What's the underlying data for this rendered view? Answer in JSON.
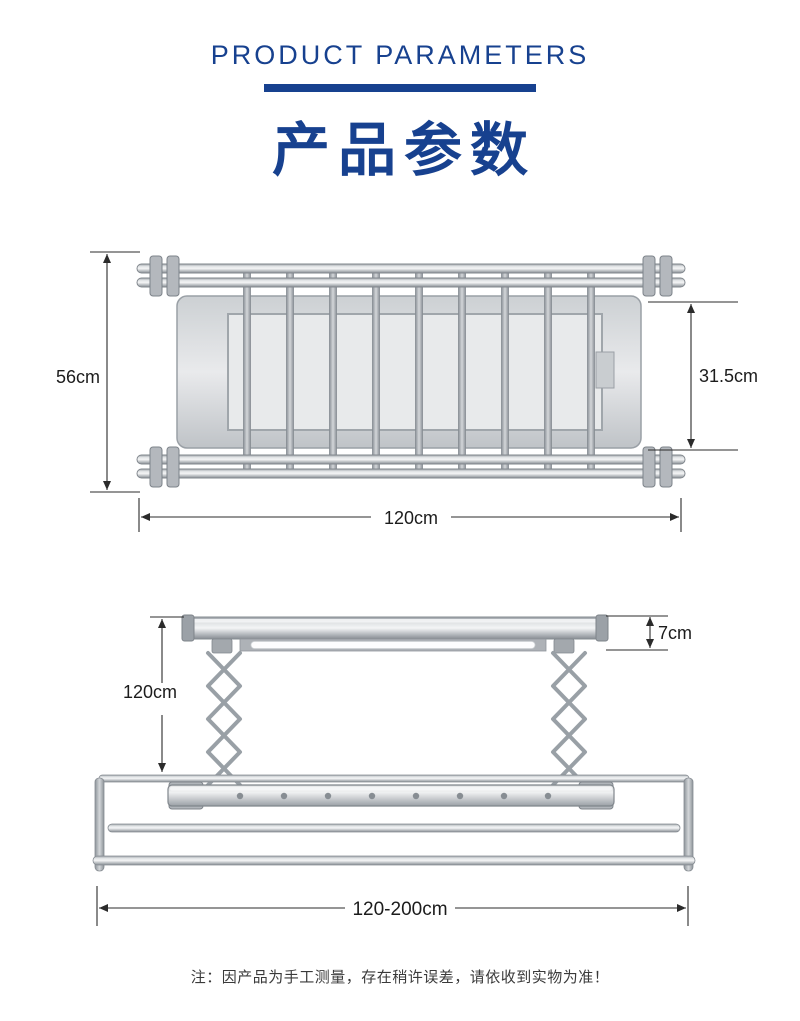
{
  "colors": {
    "accent": "#17418f"
  },
  "header": {
    "title_en": "PRODUCT PARAMETERS",
    "title_zh": "产品参数"
  },
  "diagrams": {
    "top_view": {
      "dim_frame_depth": "56cm",
      "dim_body_depth": "31.5cm",
      "dim_frame_width": "120cm"
    },
    "side_view": {
      "dim_host_thickness": "7cm",
      "dim_lift_drop": "120cm",
      "dim_extend_width": "120-200cm"
    }
  },
  "footer": {
    "note": "注：因产品为手工测量，存在稍许误差，请依收到实物为准！"
  }
}
